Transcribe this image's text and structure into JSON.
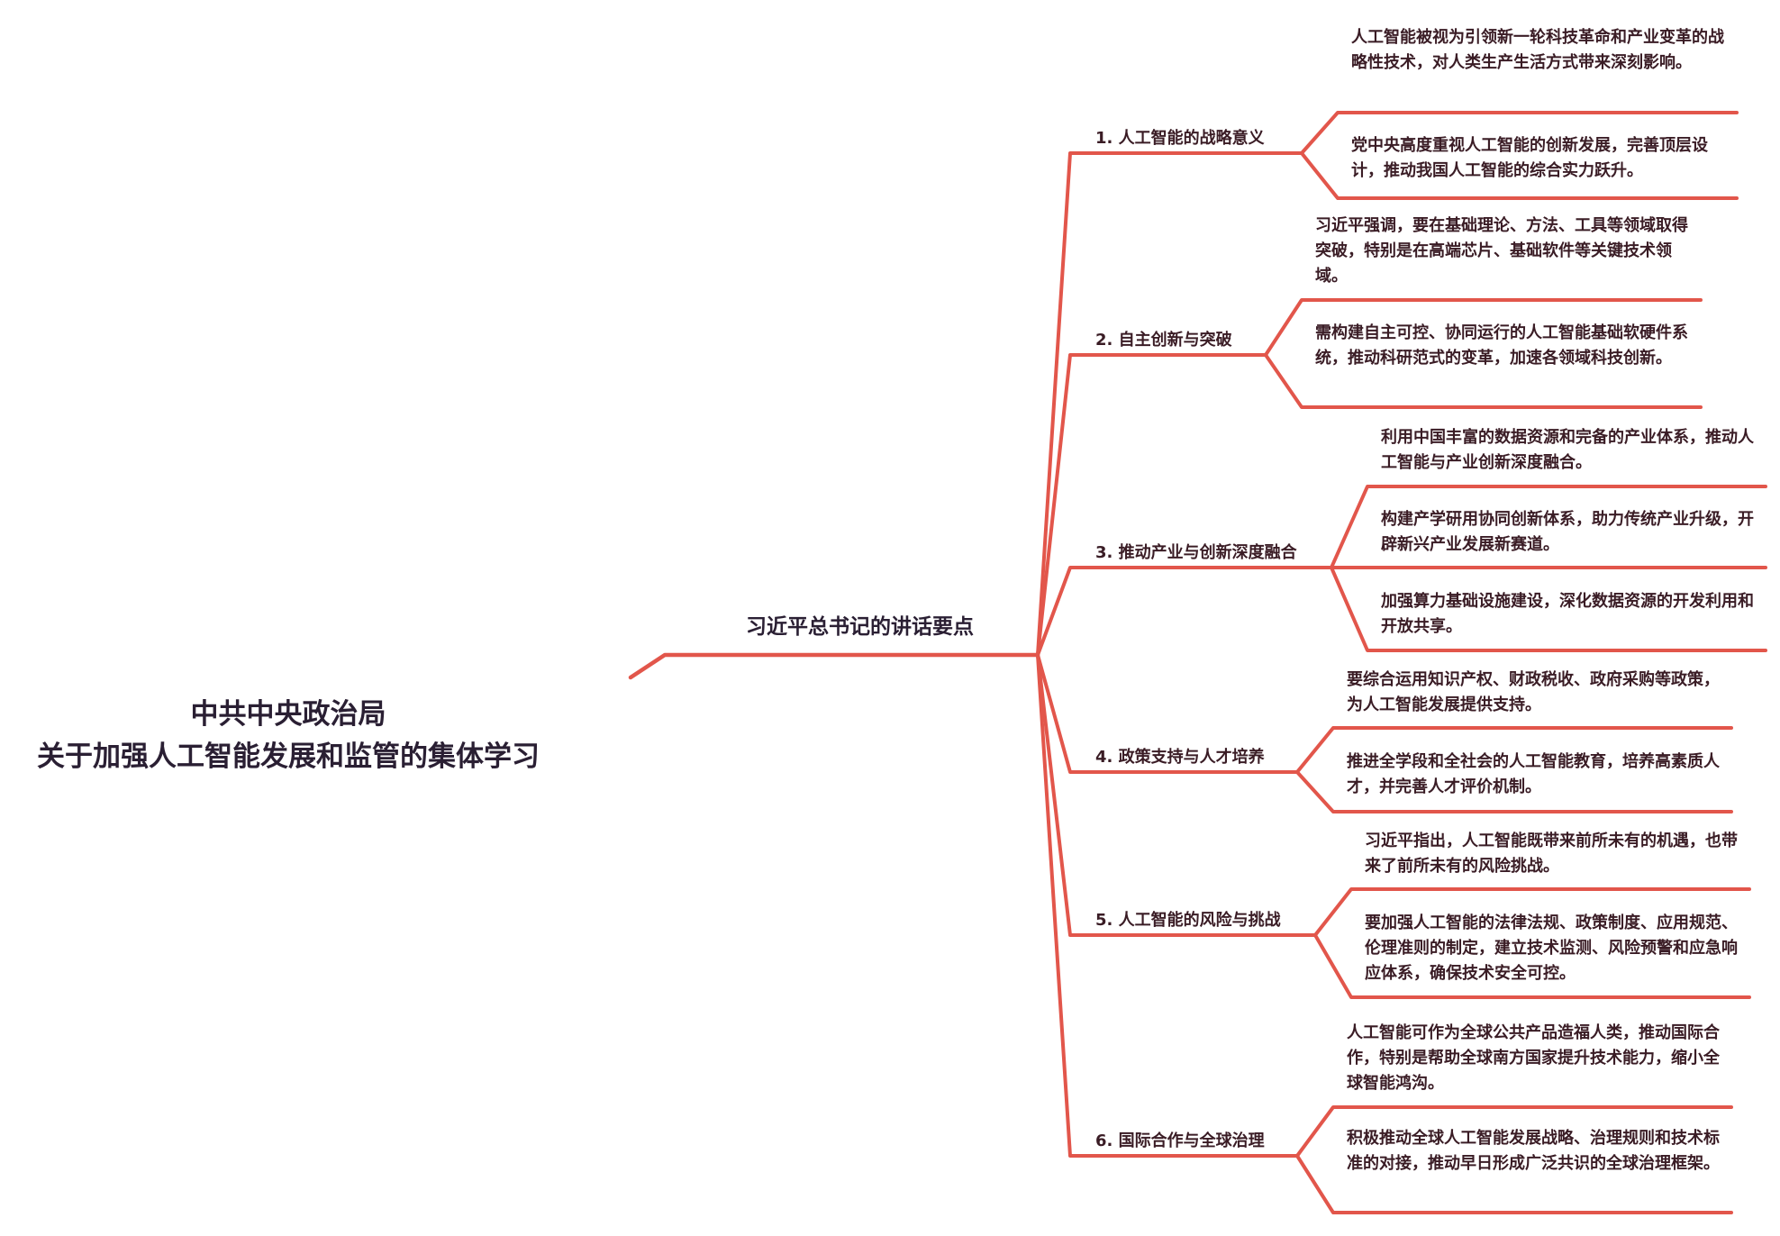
{
  "colors": {
    "line": "#e2564b",
    "text": "#3a1c25",
    "title": "#2a1f33"
  },
  "root": {
    "line1": "中共中央政治局",
    "line2": "关于加强人工智能发展和监管的集体学习"
  },
  "main_topic": "习近平总书记的讲话要点",
  "branches": [
    {
      "label": "1. 人工智能的战略意义",
      "leaves": [
        "人工智能被视为引领新一轮科技革命和产业变革的战略性技术，对人类生产生活方式带来深刻影响。",
        "党中央高度重视人工智能的创新发展，完善顶层设计，推动我国人工智能的综合实力跃升。"
      ]
    },
    {
      "label": "2. 自主创新与突破",
      "leaves": [
        "习近平强调，要在基础理论、方法、工具等领域取得突破，特别是在高端芯片、基础软件等关键技术领域。",
        "需构建自主可控、协同运行的人工智能基础软硬件系统，推动科研范式的变革，加速各领域科技创新。"
      ]
    },
    {
      "label": "3. 推动产业与创新深度融合",
      "leaves": [
        "利用中国丰富的数据资源和完备的产业体系，推动人工智能与产业创新深度融合。",
        "构建产学研用协同创新体系，助力传统产业升级，开辟新兴产业发展新赛道。",
        "加强算力基础设施建设，深化数据资源的开发利用和开放共享。"
      ]
    },
    {
      "label": "4. 政策支持与人才培养",
      "leaves": [
        "要综合运用知识产权、财政税收、政府采购等政策，为人工智能发展提供支持。",
        "推进全学段和全社会的人工智能教育，培养高素质人才，并完善人才评价机制。"
      ]
    },
    {
      "label": "5. 人工智能的风险与挑战",
      "leaves": [
        "习近平指出，人工智能既带来前所未有的机遇，也带来了前所未有的风险挑战。",
        "要加强人工智能的法律法规、政策制度、应用规范、伦理准则的制定，建立技术监测、风险预警和应急响应体系，确保技术安全可控。"
      ]
    },
    {
      "label": "6. 国际合作与全球治理",
      "leaves": [
        "人工智能可作为全球公共产品造福人类，推动国际合作，特别是帮助全球南方国家提升技术能力，缩小全球智能鸿沟。",
        "积极推动全球人工智能发展战略、治理规则和技术标准的对接，推动早日形成广泛共识的全球治理框架。"
      ]
    }
  ]
}
